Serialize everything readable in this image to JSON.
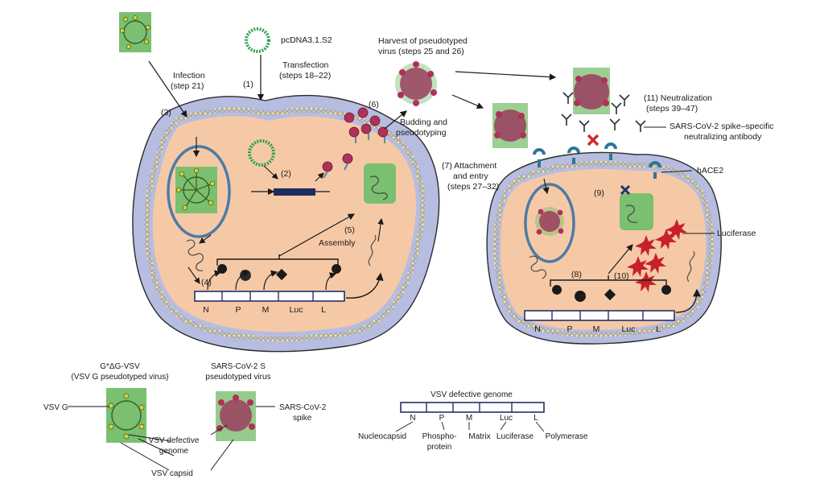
{
  "colors": {
    "cell_fill": "#f6c9a6",
    "membrane_fill": "#b7bde0",
    "membrane_stroke": "#2b2b2b",
    "lipid_bead": "#f2e6a0",
    "vesicle_stroke": "#4d7ba6",
    "virus_green": "#7bbf70",
    "virus_body": "#9a3d5e",
    "spike_cap": "#b0305a",
    "plasmid": "#27a04a",
    "dna_bar": "#1d2c5e",
    "genome_box": "#25306b",
    "ace2": "#2d7597",
    "luciferase": "#c8202a",
    "neutralization_x": "#d22b2b",
    "antibody": "#2b2b3b"
  },
  "icons": {
    "virus": "virus-particle-icon",
    "plasmid": "plasmid-ring-icon",
    "spike": "spike-protein-icon",
    "antibody": "antibody-icon",
    "receptor": "ace2-receptor-icon",
    "luciferase": "luciferase-star-icon",
    "protein": "protein-icon",
    "rna": "rna-strand-icon"
  },
  "labels": {
    "plasmid": "pcDNA3.1.S2",
    "transfection": [
      "Transfection",
      "(steps 18–22)"
    ],
    "infection": [
      "Infection",
      "(step 21)"
    ],
    "step1": "(1)",
    "step2": "(2)",
    "step3": "(3)",
    "step4": "(4)",
    "step5": "(5)",
    "assembly": "Assembly",
    "step6": "(6)",
    "harvest": [
      "Harvest of pseudotyped",
      "virus (steps 25 and 26)"
    ],
    "budding": [
      "Budding and",
      "pseudotyping"
    ],
    "attachment": [
      "(7) Attachment",
      "and entry",
      "(steps 27–32)"
    ],
    "neutralization": [
      "(11) Neutralization",
      "(steps 39–47)"
    ],
    "antibody": [
      "SARS-CoV-2 spike–specific",
      "neutralizing antibody"
    ],
    "hace2": "hACE2",
    "step8": "(8)",
    "step9": "(9)",
    "step10": "(10)",
    "luciferase": "Luciferase"
  },
  "genome_segments": [
    "N",
    "P",
    "M",
    "Luc",
    "L"
  ],
  "legend": {
    "gdg_title": [
      "G*ΔG-VSV",
      "(VSV G pseudotyped virus)"
    ],
    "sars_title": [
      "SARS-CoV-2 S",
      "pseudotyped virus"
    ],
    "vsv_g": "VSV G",
    "sars_spike": [
      "SARS-CoV-2",
      "spike"
    ],
    "defective_genome": [
      "VSV defective",
      "genome"
    ],
    "capsid": "VSV capsid",
    "genome_title": "VSV defective genome",
    "genome_markers": [
      "N",
      "P",
      "M",
      "Luc",
      "L"
    ],
    "gene_names": [
      "Nucleocapsid",
      "Phospho-",
      "Matrix",
      "Luciferase",
      "Polymerase"
    ],
    "gene_name_line2": "protein"
  }
}
